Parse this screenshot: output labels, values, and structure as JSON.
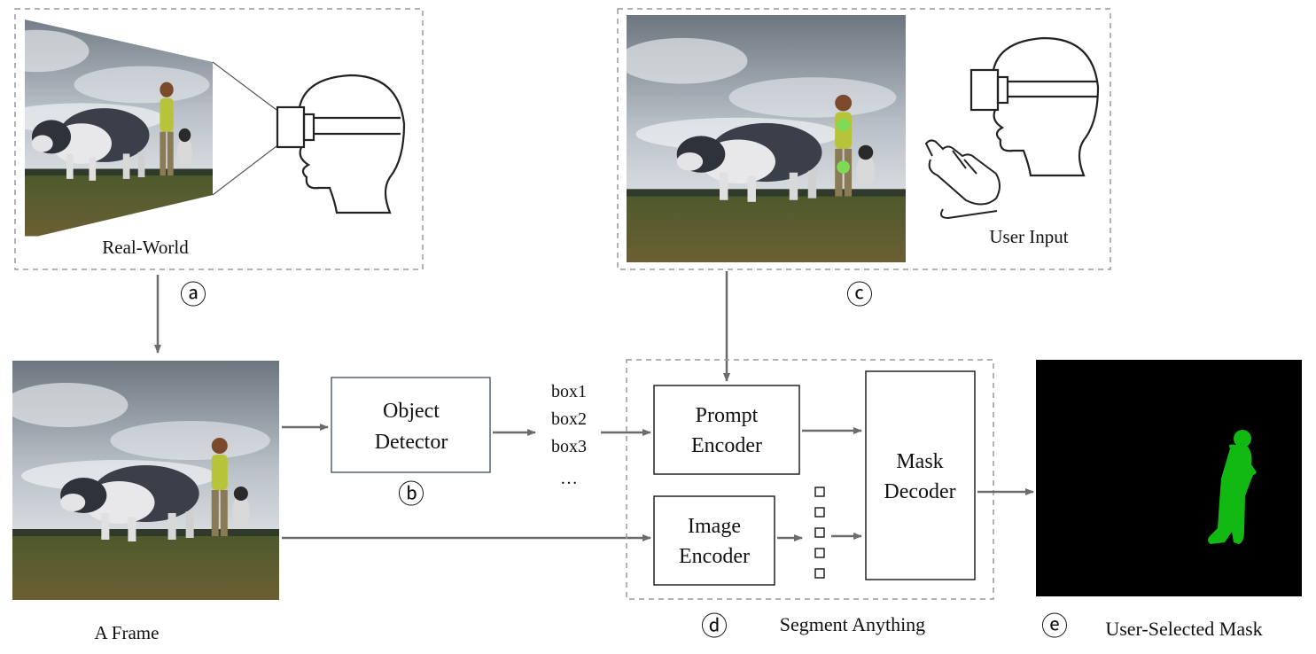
{
  "labels": {
    "real_world": "Real-World",
    "user_input": "User Input",
    "a_frame": "A Frame",
    "segment_anything": "Segment Anything",
    "user_selected_mask": "User-Selected Mask"
  },
  "markers": {
    "a": "ⓐ",
    "b": "ⓑ",
    "c": "ⓒ",
    "d": "ⓓ",
    "e": "ⓔ"
  },
  "object_detector": {
    "line1": "Object",
    "line2": "Detector"
  },
  "boxes": [
    "box1",
    "box2",
    "box3",
    "…"
  ],
  "prompt_encoder": {
    "line1": "Prompt",
    "line2": "Encoder"
  },
  "image_encoder": {
    "line1": "Image",
    "line2": "Encoder"
  },
  "mask_decoder": {
    "line1": "Mask",
    "line2": "Decoder"
  },
  "colors": {
    "sky_light": "#c9cfd6",
    "sky_dark": "#6d7680",
    "grass": "#5a5a2e",
    "dog": "#3a3f4a",
    "person_shirt": "#b7c43a",
    "click_point": "#7ed957",
    "mask_bg": "#000000",
    "mask_fg": "#13b913",
    "arrow": "#6b6b6b",
    "dashed_border": "#999999"
  }
}
